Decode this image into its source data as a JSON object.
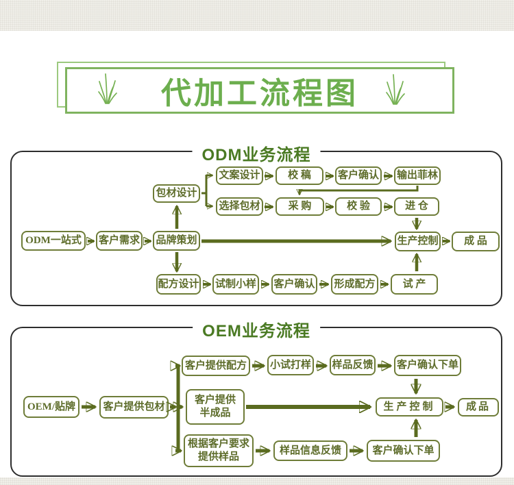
{
  "banner": {
    "title": "代加工流程图"
  },
  "odm": {
    "title": "ODM业务流程",
    "nodes": {
      "packaging_design": "包材设计",
      "copy_design": "文案设计",
      "proofread": "校 稿",
      "client_confirm_a": "客户确认",
      "film_output": "输出菲林",
      "select_packaging": "选择包材",
      "purchase": "采 购",
      "inspect": "校 验",
      "warehouse": "进 仓",
      "one_stop": "ODM一站式",
      "client_needs": "客户需求",
      "brand_planning": "品牌策划",
      "production_control": "生产控制",
      "finished": "成 品",
      "formula_design": "配方设计",
      "trial_sample": "试制小样",
      "client_confirm_b": "客户确认",
      "form_formula": "形成配方",
      "trial_production": "试 产"
    }
  },
  "oem": {
    "title": "OEM业务流程",
    "nodes": {
      "oem_label": "OEM/贴牌",
      "client_packaging": "客户提供包材",
      "client_formula": "客户提供配方",
      "small_trial": "小试打样",
      "sample_feedback": "样品反馈",
      "confirm_order_a": "客户确认下单",
      "client_semi": "客户提供\n半成品",
      "production_control": "生产控制",
      "finished": "成品",
      "client_request": "根据客户要求\n提供样品",
      "sample_info_feedback": "样品信息反馈",
      "confirm_order_b": "客户确认下单"
    }
  },
  "colors": {
    "banner_green": "#6cae4e",
    "banner_border": "#7fb35f",
    "section_title_green": "#4a7a23",
    "box_olive": "#6e7c38",
    "arrow_olive": "#5a6b1f",
    "frame_dark": "#2d2d2d",
    "texture_beige": "#f0efe9"
  }
}
